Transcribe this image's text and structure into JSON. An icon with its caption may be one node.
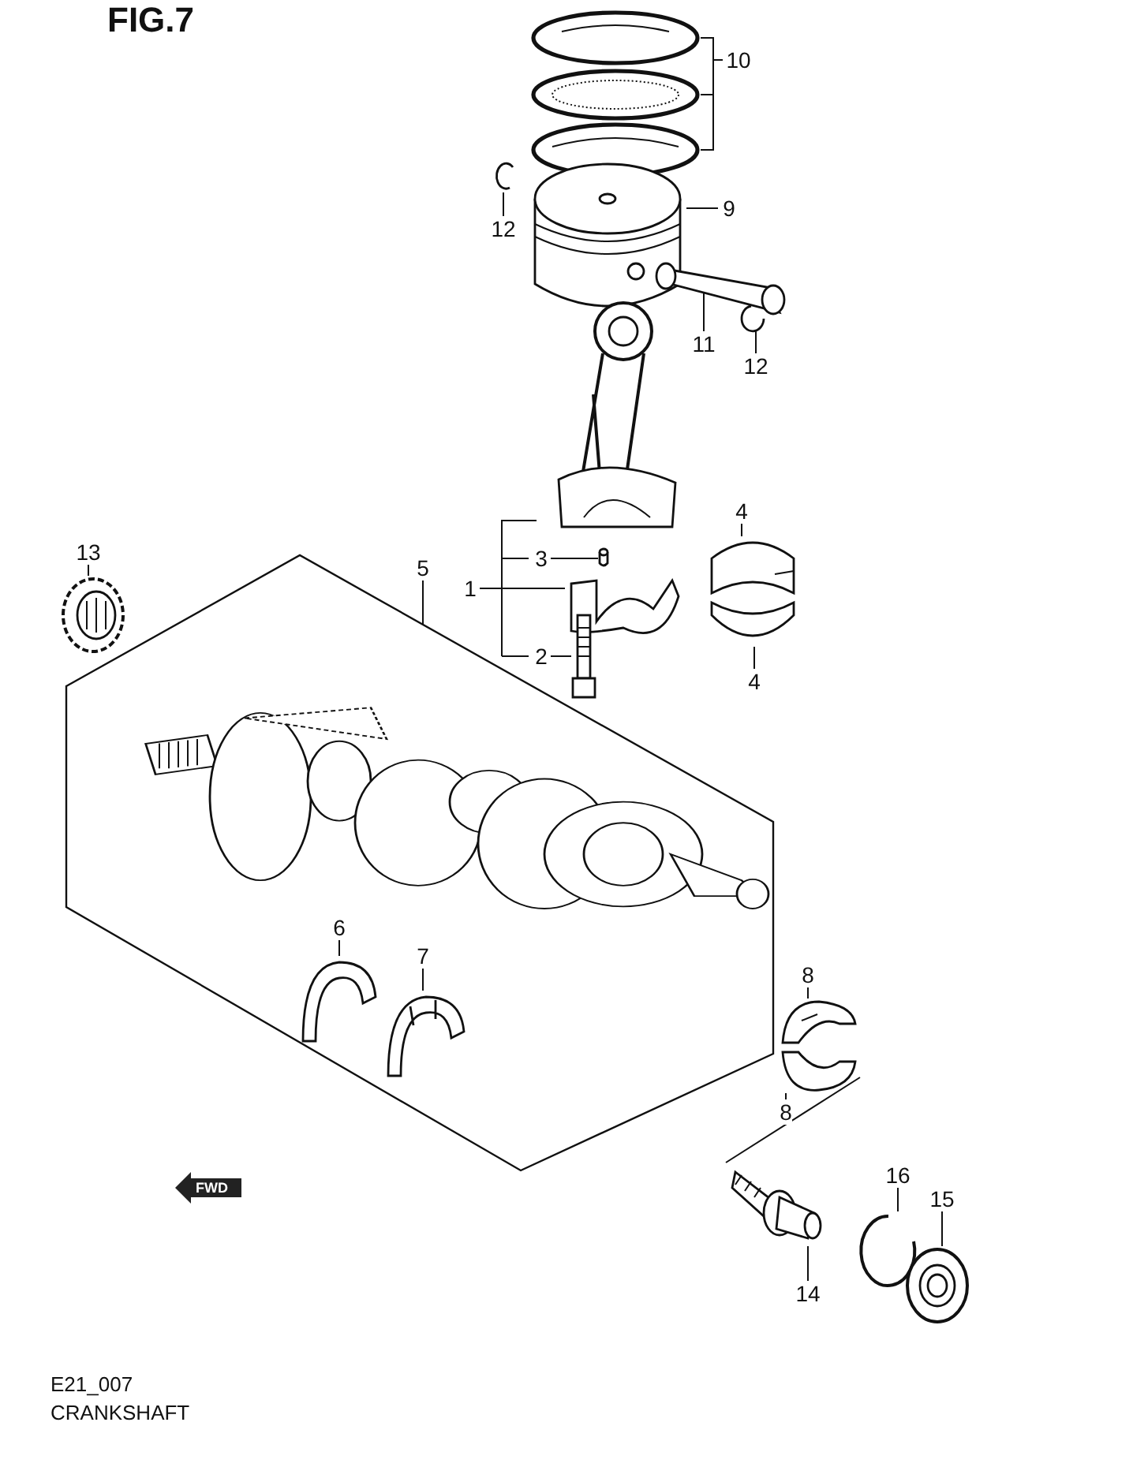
{
  "diagram": {
    "title": "FIG.7",
    "nodes": [
      {
        "text": [
          "10"
        ]
      },
      {
        "text": [],
        "shape": "picture"
      },
      {
        "text": [],
        "shape": "picture"
      },
      {
        "text": [],
        "shape": "picture"
      },
      {
        "text": [
          "12"
        ]
      },
      {
        "text": [],
        "shape": "picture"
      },
      {
        "text": [],
        "shape": "picture"
      },
      {
        "text": [
          "9"
        ]
      },
      {
        "text": [],
        "shape": "picture"
      },
      {
        "text": [
          "11"
        ]
      },
      {
        "text": [],
        "shape": "picture"
      },
      {
        "text": [
          "12"
        ]
      },
      {
        "text": [],
        "shape": "picture"
      },
      {
        "text": [],
        "shape": "picture"
      },
      {
        "text": [],
        "shape": "picture"
      },
      {
        "text": [],
        "shape": "picture"
      },
      {
        "text": [
          "1"
        ]
      },
      {
        "text": [
          "3"
        ]
      },
      {
        "text": [
          "2"
        ]
      },
      {
        "text": [
          "4"
        ]
      },
      {
        "text": [],
        "shape": "picture"
      },
      {
        "text": [],
        "shape": "picture"
      },
      {
        "text": [
          "4"
        ]
      },
      {
        "text": [
          "13"
        ]
      },
      {
        "text": [],
        "shape": "picture"
      },
      {
        "text": [
          "5"
        ]
      },
      {
        "text": [],
        "shape": "box"
      },
      {
        "text": [],
        "shape": "picture",
        "in": 26
      },
      {
        "text": [
          "6"
        ],
        "in": 26
      },
      {
        "text": [],
        "shape": "picture",
        "in": 26
      },
      {
        "text": [
          "7"
        ],
        "in": 26
      },
      {
        "text": [],
        "shape": "picture",
        "in": 26
      },
      {
        "text": [
          "8"
        ]
      },
      {
        "text": [],
        "shape": "picture"
      },
      {
        "text": [],
        "shape": "picture"
      },
      {
        "text": [
          "8"
        ]
      },
      {
        "text": [],
        "shape": "picture"
      },
      {
        "text": [
          "14"
        ]
      },
      {
        "text": [
          "16"
        ]
      },
      {
        "text": [],
        "shape": "picture"
      },
      {
        "text": [
          "15"
        ]
      },
      {
        "text": [],
        "shape": "picture"
      }
    ],
    "edges": [
      {
        "from": 0,
        "to": 1,
        "arrow": "none"
      },
      {
        "from": 0,
        "to": 2,
        "arrow": "none"
      },
      {
        "from": 0,
        "to": 3,
        "arrow": "none"
      },
      {
        "from": 4,
        "to": 5,
        "arrow": "none"
      },
      {
        "from": 7,
        "to": 6,
        "arrow": "none"
      },
      {
        "from": 9,
        "to": 8,
        "arrow": "none"
      },
      {
        "from": 11,
        "to": 10,
        "arrow": "none"
      },
      {
        "from": 16,
        "to": 12,
        "arrow": "none"
      },
      {
        "from": 16,
        "to": 13,
        "arrow": "none"
      },
      {
        "from": 17,
        "to": 14,
        "arrow": "none"
      },
      {
        "from": 18,
        "to": 15,
        "arrow": "none"
      },
      {
        "from": 19,
        "to": 20,
        "arrow": "none"
      },
      {
        "from": 22,
        "to": 21,
        "arrow": "none"
      },
      {
        "from": 23,
        "to": 24,
        "arrow": "none"
      },
      {
        "from": 25,
        "to": 26,
        "arrow": "none"
      },
      {
        "from": 28,
        "to": 29,
        "arrow": "none"
      },
      {
        "from": 30,
        "to": 31,
        "arrow": "none"
      },
      {
        "from": 32,
        "to": 33,
        "arrow": "none"
      },
      {
        "from": 35,
        "to": 34,
        "arrow": "none"
      },
      {
        "from": 37,
        "to": 36,
        "arrow": "none"
      },
      {
        "from": 38,
        "to": 39,
        "arrow": "none"
      },
      {
        "from": 40,
        "to": 41,
        "arrow": "none"
      }
    ],
    "labels": [
      "FWD",
      "E21_007",
      "CRANKSHAFT"
    ]
  }
}
